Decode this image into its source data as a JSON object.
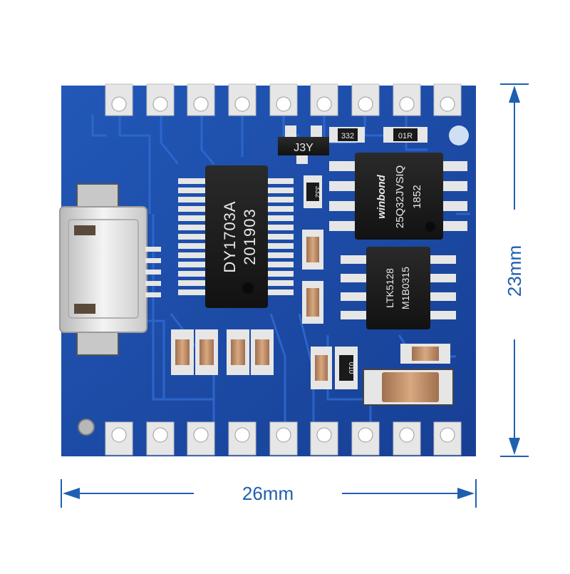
{
  "module": {
    "main_chip": {
      "line1": "DY1703A",
      "line2": "201903"
    },
    "flash_chip": {
      "brand": "winbond",
      "line1": "25Q32JVSIQ",
      "line2": "1852"
    },
    "amp_chip": {
      "line1": "LTK5128",
      "line2": "M1B0315"
    },
    "transistor_marking": "J3Y",
    "resistors": {
      "r1": "332",
      "r2": "01R",
      "r3": "332",
      "r4": "010"
    }
  },
  "dimensions": {
    "width_label": "26mm",
    "height_label": "23mm"
  },
  "colors": {
    "pcb": "#1c4fae",
    "pad": "#e6e6e6",
    "dimension": "#1f5fb0",
    "chip": "#1b1b1b"
  }
}
